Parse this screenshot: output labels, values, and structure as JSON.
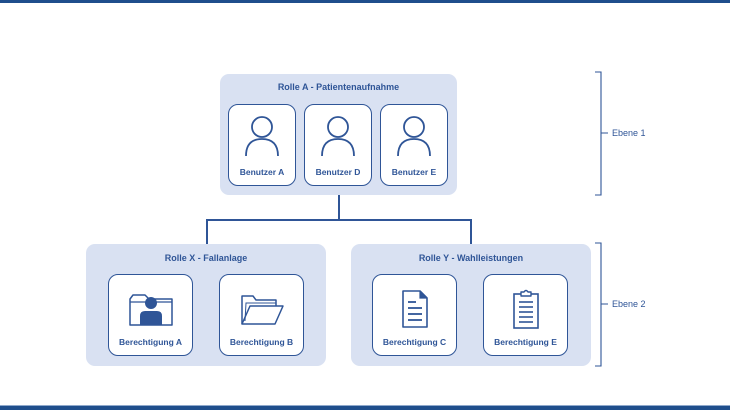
{
  "diagram": {
    "top_role": {
      "title": "Rolle A - Patientenaufnahme",
      "members": [
        {
          "label": "Benutzer A",
          "icon": "user-icon"
        },
        {
          "label": "Benutzer D",
          "icon": "user-icon"
        },
        {
          "label": "Benutzer E",
          "icon": "user-icon"
        }
      ]
    },
    "sub_roles": [
      {
        "title": "Rolle X - Fallanlage",
        "permissions": [
          {
            "label": "Berechtigung A",
            "icon": "user-folder-icon"
          },
          {
            "label": "Berechtigung B",
            "icon": "open-folder-icon"
          }
        ]
      },
      {
        "title": "Rolle Y - Wahlleistungen",
        "permissions": [
          {
            "label": "Berechtigung C",
            "icon": "document-icon"
          },
          {
            "label": "Berechtigung E",
            "icon": "clipboard-icon"
          }
        ]
      }
    ],
    "levels": [
      {
        "label": "Ebene 1"
      },
      {
        "label": "Ebene 2"
      }
    ],
    "colors": {
      "accent": "#2f5597",
      "container_fill": "#d9e1f2",
      "frame_bar": "#1f4e8c"
    }
  }
}
